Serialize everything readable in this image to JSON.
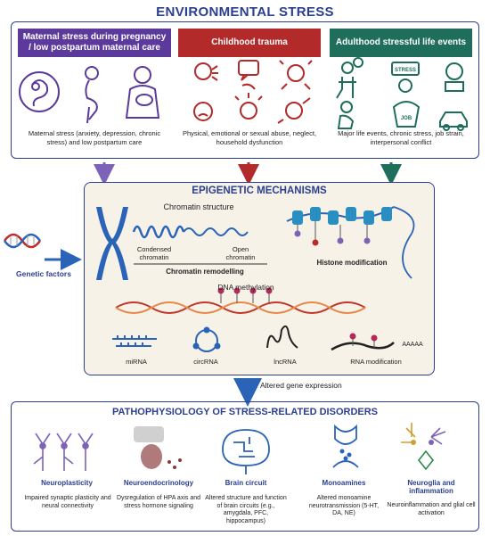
{
  "env": {
    "title": "ENVIRONMENTAL STRESS",
    "headers": [
      {
        "label": "Maternal stress during pregnancy / low postpartum maternal care",
        "color": "#5b3a9c"
      },
      {
        "label": "Childhood trauma",
        "color": "#b22a2a"
      },
      {
        "label": "Adulthood stressful life events",
        "color": "#1f6e5c"
      }
    ],
    "descriptions": [
      "Maternal stress (anxiety, depression, chronic stress) and low postpartum care",
      "Physical, emotional or sexual abuse, neglect, household dysfunction",
      "Major life events, chronic stress, job strain, interpersonal conflict"
    ],
    "icon_labels": {
      "stress": "STRESS",
      "job": "JOB"
    }
  },
  "genetic": {
    "label": "Genetic factors"
  },
  "epi": {
    "title": "EPIGENETIC MECHANISMS",
    "chromatin_structure": "Chromatin structure",
    "condensed": "Condensed chromatin",
    "open": "Open chromatin",
    "remodelling": "Chromatin remodelling",
    "histone": "Histone modification",
    "dna_methylation": "DNA methylation",
    "mirna": "miRNA",
    "circrna": "circRNA",
    "lncrna": "lncRNA",
    "rna_mod": "RNA modification",
    "polya": "AAAAA"
  },
  "altered": "Altered gene expression",
  "path": {
    "title": "PATHOPHYSIOLOGY OF STRESS-RELATED DISORDERS",
    "columns": [
      {
        "title": "Neuroplasticity",
        "desc": "Impaired synaptic plasticity and neural connectivity"
      },
      {
        "title": "Neuroendocrinology",
        "desc": "Dysregulation of HPA axis and stress hormone signaling"
      },
      {
        "title": "Brain circuit",
        "desc": "Altered structure and function of brain circuits (e.g., amygdala, PFC, hippocampus)"
      },
      {
        "title": "Monoamines",
        "desc": "Altered monoamine neurotransmission (5-HT, DA, NE)"
      },
      {
        "title": "Neuroglia and inflammation",
        "desc": "Neuroinflammation and glial cell activation"
      }
    ]
  },
  "colors": {
    "navy": "#2b3f8f",
    "purple": "#5b3a9c",
    "red": "#b22a2a",
    "green": "#1f6e5c",
    "blue": "#2a63b8"
  }
}
